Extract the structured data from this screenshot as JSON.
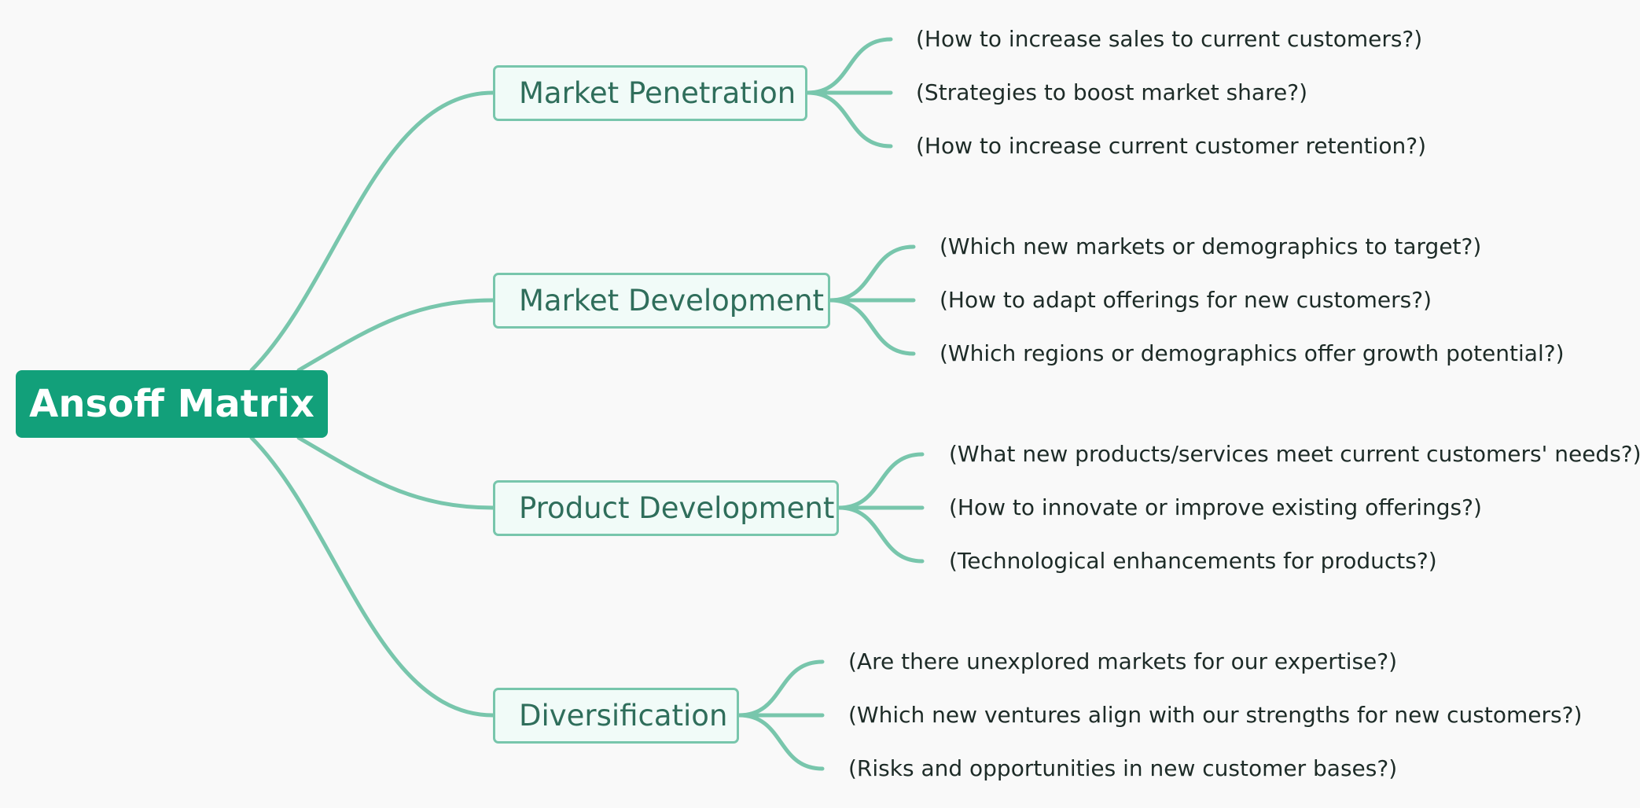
{
  "root": {
    "title": "Ansoff Matrix"
  },
  "branches": [
    {
      "label": "Market Penetration",
      "items": [
        "(How to increase sales to current customers?)",
        "(Strategies to boost market share?)",
        "(How to increase current customer retention?)"
      ]
    },
    {
      "label": "Market Development",
      "items": [
        "(Which new markets or demographics to target?)",
        "(How to adapt offerings for new customers?)",
        "(Which regions or demographics offer growth potential?)"
      ]
    },
    {
      "label": "Product Development",
      "items": [
        "(What new products/services meet current customers' needs?)",
        "(How to innovate or improve existing offerings?)",
        "(Technological enhancements for products?)"
      ]
    },
    {
      "label": "Diversification",
      "items": [
        "(Are there unexplored markets for our expertise?)",
        "(Which new ventures align with our strengths for new customers?)",
        "(Risks and opportunities in new customer bases?)"
      ]
    }
  ],
  "colors": {
    "root_fill": "#12a07a",
    "connector": "#78c6ac",
    "branch_fill": "#f1fbf8",
    "branch_text": "#2f6e5b",
    "leaf_text": "#1d2b27"
  }
}
